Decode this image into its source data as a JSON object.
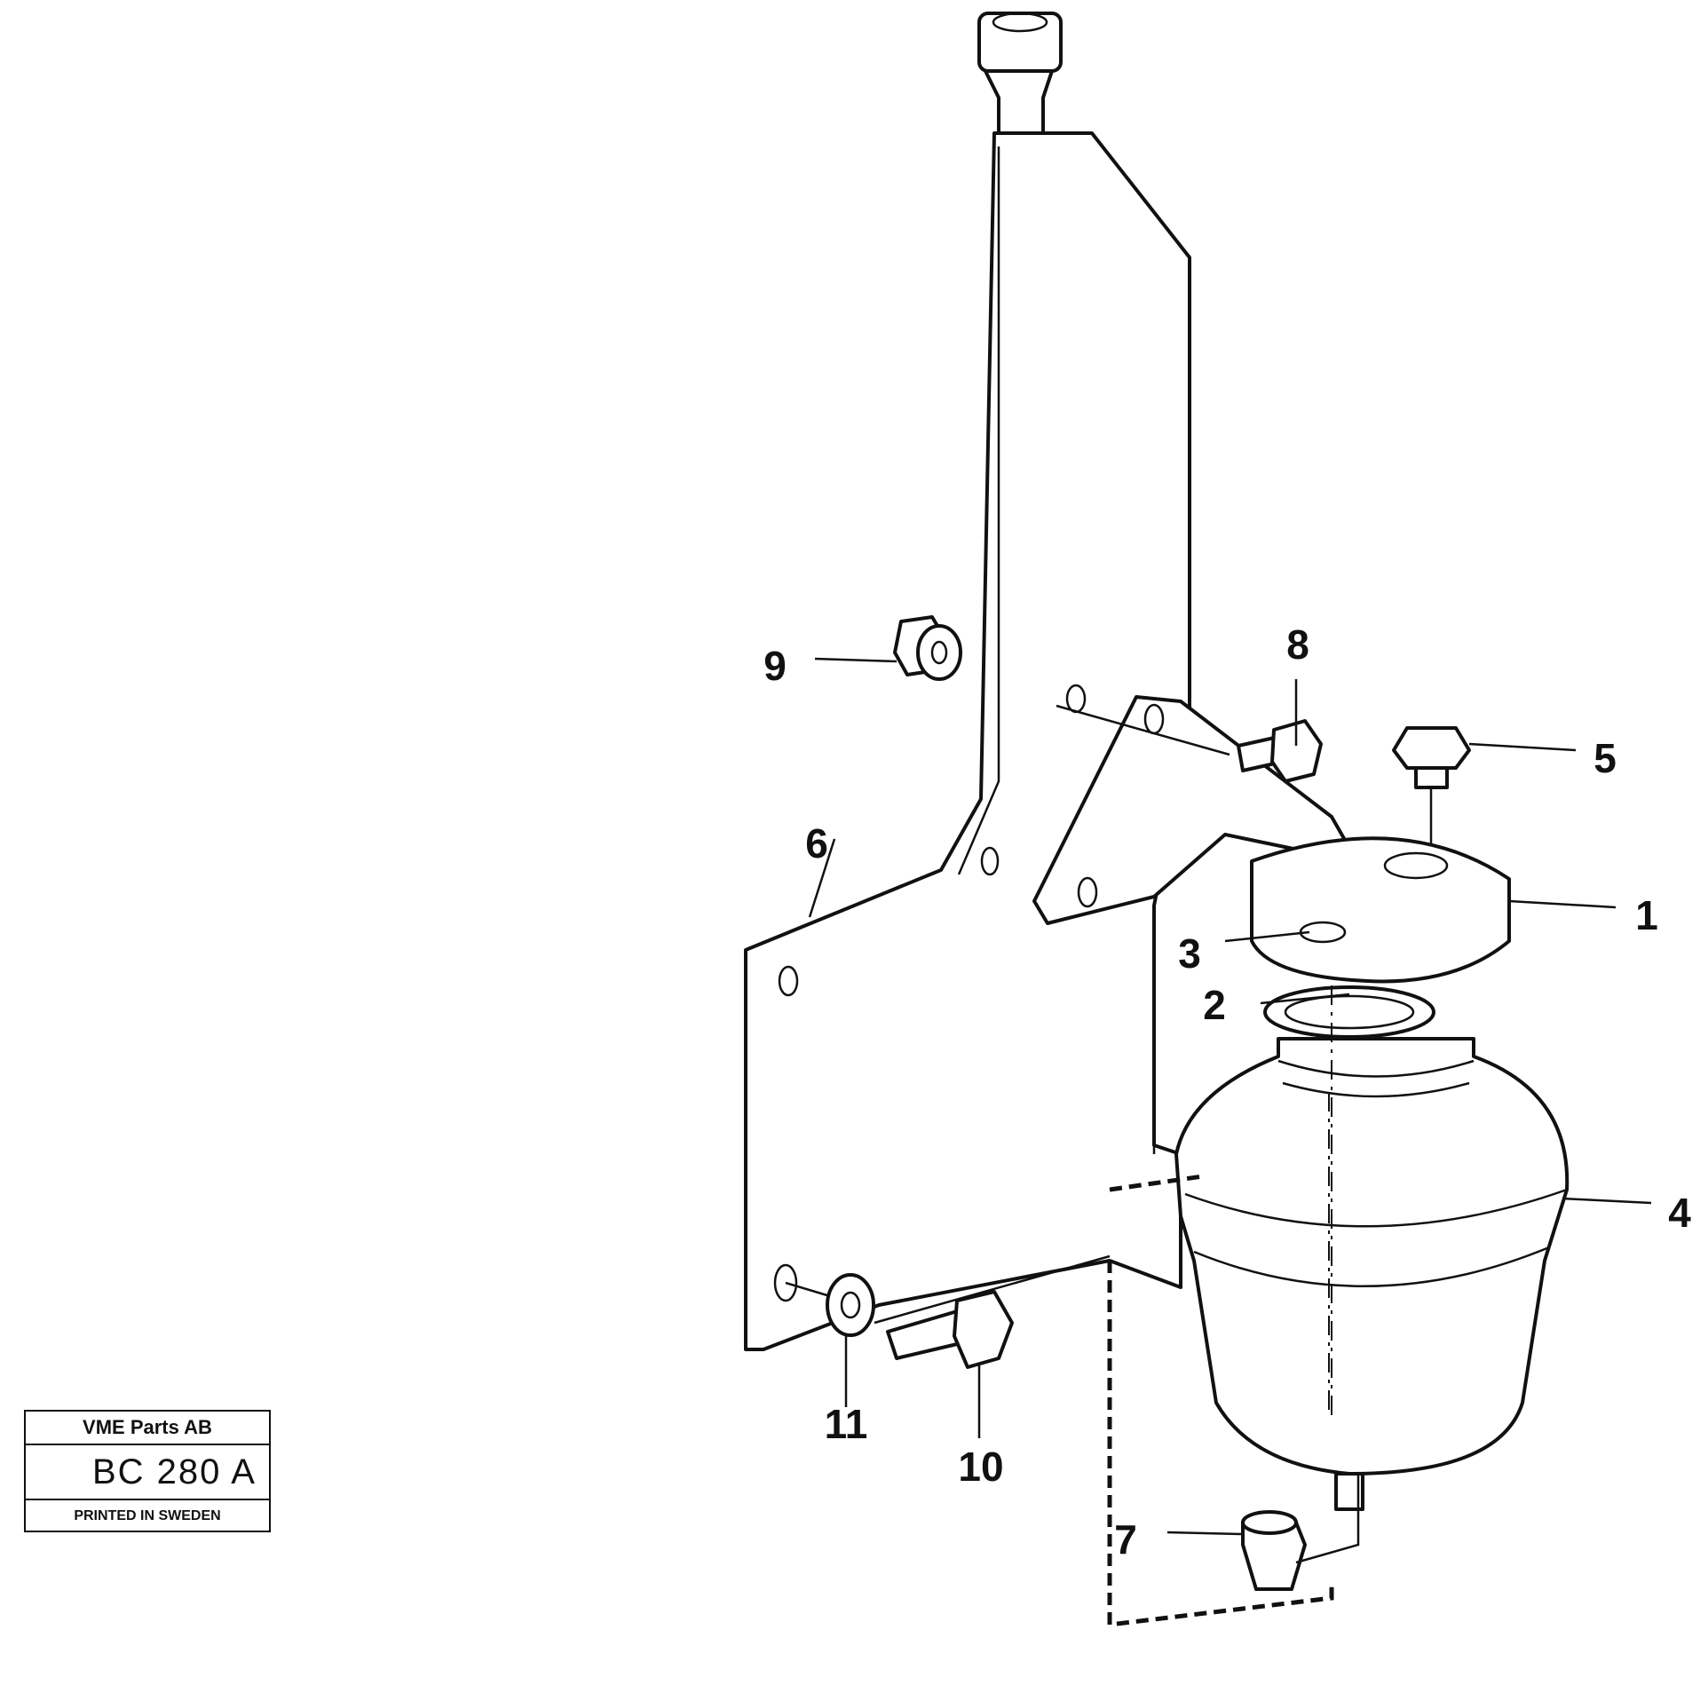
{
  "title_block": {
    "company": "VME Parts AB",
    "code": "BC 280 A",
    "printed": "PRINTED IN SWEDEN"
  },
  "callouts": [
    {
      "id": "1",
      "label": "1"
    },
    {
      "id": "2",
      "label": "2"
    },
    {
      "id": "3",
      "label": "3"
    },
    {
      "id": "4",
      "label": "4"
    },
    {
      "id": "5",
      "label": "5"
    },
    {
      "id": "6",
      "label": "6"
    },
    {
      "id": "7",
      "label": "7"
    },
    {
      "id": "8",
      "label": "8"
    },
    {
      "id": "9",
      "label": "9"
    },
    {
      "id": "10",
      "label": "10"
    },
    {
      "id": "11",
      "label": "11"
    }
  ]
}
